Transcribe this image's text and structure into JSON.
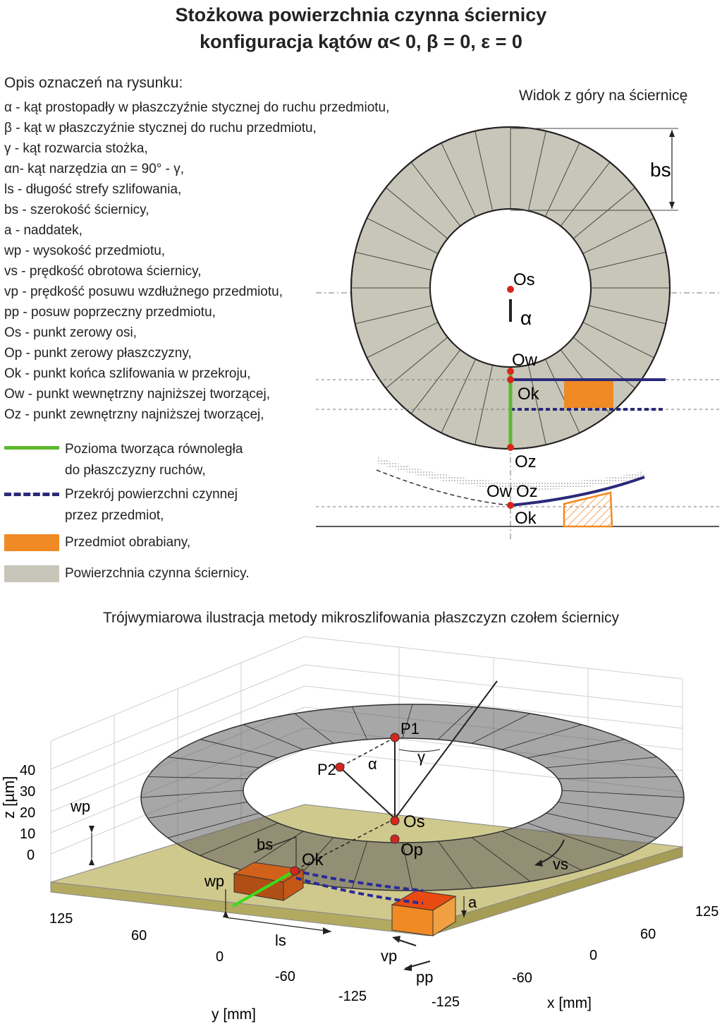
{
  "title": {
    "line1": "Stożkowa powierzchnia czynna ściernicy",
    "line2": "konfiguracja kątów α< 0, β = 0, ε = 0"
  },
  "legend": {
    "heading": "Opis oznaczeń na rysunku:",
    "items": [
      "α - kąt prostopadły w płaszczyźnie stycznej do ruchu przedmiotu,",
      "β - kąt w płaszczyźnie stycznej do ruchu przedmiotu,",
      "γ - kąt rozwarcia stożka,",
      "αn- kąt narzędzia αn = 90° - γ,",
      "ls - długość strefy szlifowania,",
      "bs - szerokość ściernicy,",
      "a - naddatek,",
      "wp - wysokość przedmiotu,",
      "vs - prędkość obrotowa ściernicy,",
      "vp - prędkość posuwu wzdłużnego przedmiotu,",
      "pp - posuw poprzeczny przedmiotu,",
      "Os - punkt zerowy osi,",
      "Op - punkt zerowy płaszczyzny,",
      "Ok - punkt końca szlifowania w przekroju,",
      "Ow - punkt wewnętrzny najniższej tworzącej,",
      "Oz - punkt zewnętrzny najniższej tworzącej,"
    ]
  },
  "swatches": {
    "green_line": {
      "line1": "Pozioma tworząca równoległa",
      "line2": "do płaszczyzny ruchów,",
      "color": "#5cb82e"
    },
    "blue_dashed": {
      "line1": "Przekrój powierzchni czynnej",
      "line2": "przez przedmiot,",
      "color": "#2a2a7a"
    },
    "orange": {
      "label": "Przedmiot obrabiany,",
      "color": "#f08a24"
    },
    "gray": {
      "label": "Powierzchnia czynna ściernicy.",
      "color": "#c8c6b9"
    }
  },
  "top_view": {
    "label": "Widok z góry na ściernicę",
    "bs": "bs",
    "Os": "Os",
    "alpha": "α",
    "Ow": "Ow",
    "Ok": "Ok",
    "Oz": "Oz",
    "Ow2": "Ow",
    "Oz2": "Oz",
    "Ok2": "Ok"
  },
  "view3d": {
    "caption": "Trójwymiarowa ilustracja metody mikroszlifowania płaszczyzn czołem ściernicy",
    "z_axis_label": "z [µm]",
    "y_axis_label": "y [mm]",
    "x_axis_label": "x [mm]",
    "z_ticks": [
      "40",
      "30",
      "20",
      "10",
      "0"
    ],
    "y_ticks": [
      "125",
      "60",
      "0",
      "-60",
      "-125"
    ],
    "x_ticks": [
      "-125",
      "-60",
      "0",
      "60",
      "125"
    ],
    "labels": {
      "P1": "P1",
      "P2": "P2",
      "alpha": "α",
      "gamma": "γ",
      "Os": "Os",
      "Op": "Op",
      "Ok": "Ok",
      "bs": "bs",
      "ls": "ls",
      "wp_top": "wp",
      "wp": "wp",
      "a": "a",
      "vp": "vp",
      "pp": "pp",
      "vs": "vs"
    }
  },
  "colors": {
    "wheel": "#c8c6b9",
    "workpiece": "#f08a24",
    "plane": "#c8c07a",
    "generatrix": "#5cb82e",
    "section": "#2a2a7a",
    "point": "#d8261c"
  }
}
